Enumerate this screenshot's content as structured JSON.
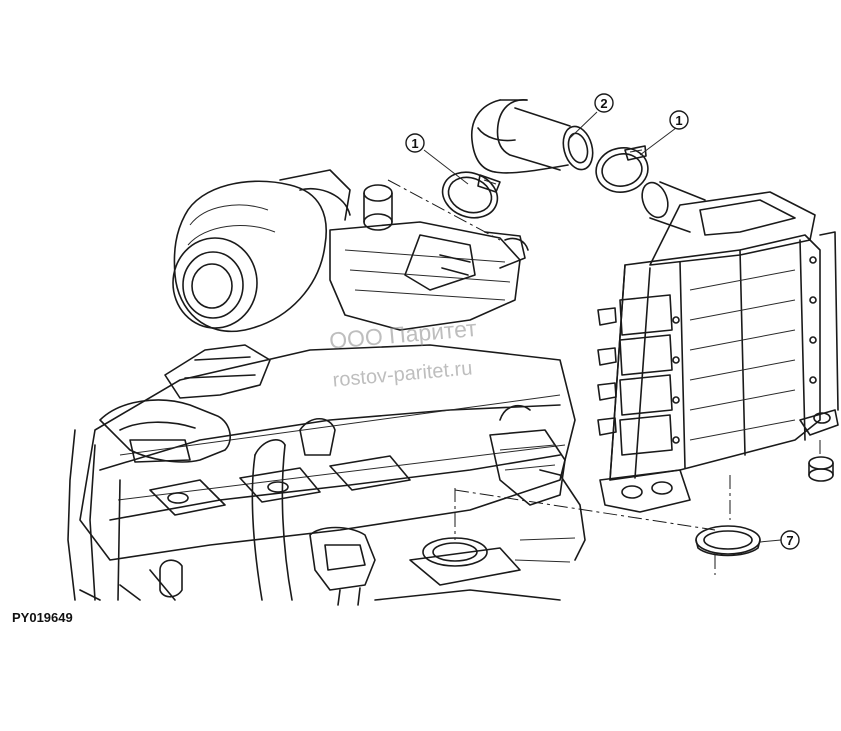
{
  "figure": {
    "id": "PY019649",
    "watermark": {
      "line1": "ООО Паритет",
      "line2": "rostov-paritet.ru"
    }
  },
  "callouts": [
    {
      "label": "1",
      "part": "clamp-left"
    },
    {
      "label": "2",
      "part": "hose"
    },
    {
      "label": "1",
      "part": "clamp-right"
    },
    {
      "label": "7",
      "part": "gasket"
    }
  ],
  "colors": {
    "line": "#1a1a1a",
    "background": "#ffffff",
    "watermark": "#8a8a8a"
  }
}
